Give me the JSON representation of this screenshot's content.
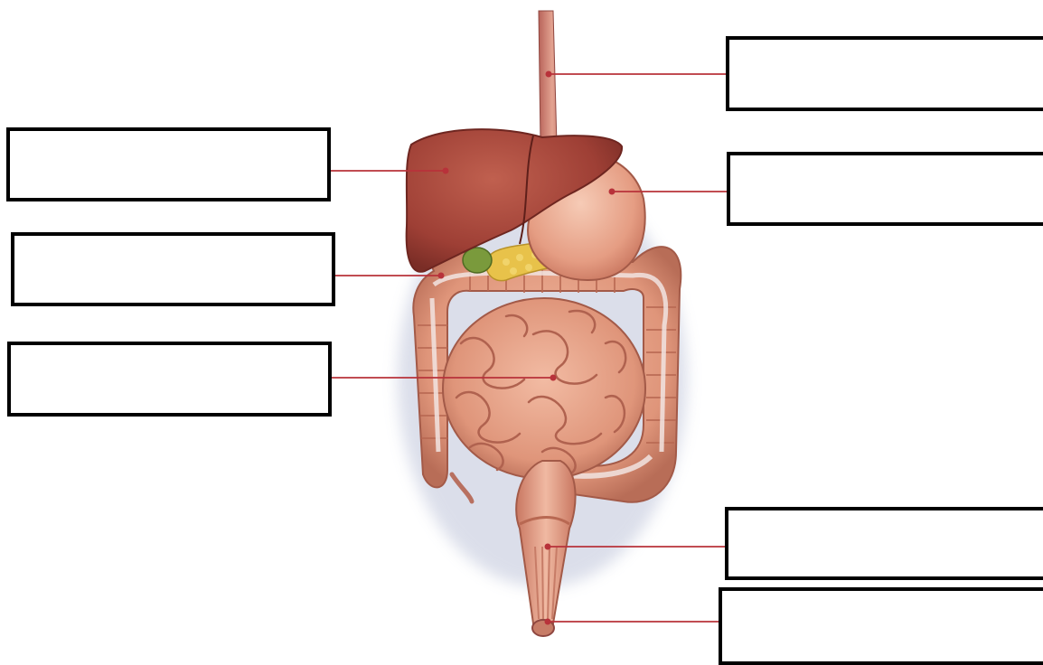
{
  "diagram": {
    "colors": {
      "leader_line": "#b8323a",
      "liver": "#a8473c",
      "stomach": "#e8a68c",
      "intestine": "#e9a98f",
      "gallbladder": "#7a9a3c",
      "pancreas": "#e8c24a"
    },
    "labels": [
      {
        "id": "left-1",
        "text": ""
      },
      {
        "id": "left-2",
        "text": ""
      },
      {
        "id": "left-3",
        "text": ""
      },
      {
        "id": "right-1",
        "text": ""
      },
      {
        "id": "right-2",
        "text": ""
      },
      {
        "id": "right-3",
        "text": ""
      },
      {
        "id": "right-4",
        "text": ""
      }
    ]
  }
}
